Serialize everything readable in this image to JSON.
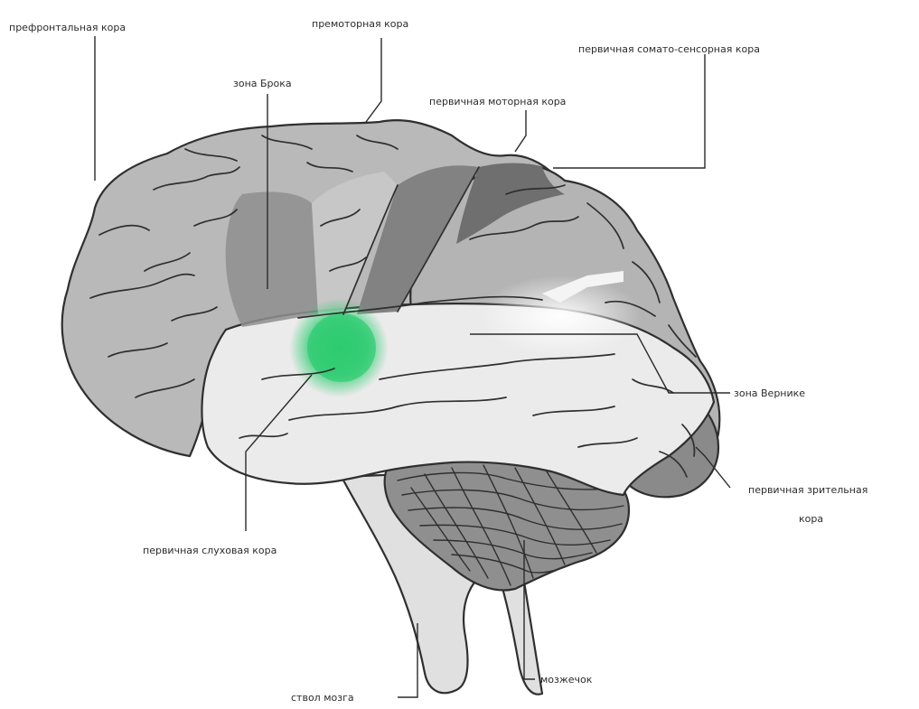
{
  "labels": {
    "prefrontal": "префронтальная кора",
    "premotor": "премоторная кора",
    "somatosensory": "первичная сомато-сенсорная кора",
    "broca": "зона Брока",
    "motor": "первичная моторная кора",
    "wernicke": "зона Вернике",
    "visual_line1": "первичная зрительная",
    "visual_line2": "кора",
    "auditory": "первичная слуховая кора",
    "cerebellum": "мозжечок",
    "brainstem": "ствол мозга"
  },
  "colors": {
    "frontal_lobe": "#b9b9b9",
    "temporal_lobe": "#ebebeb",
    "parietal_lobe": "#b4b4b4",
    "broca_area": "#8e8e8e",
    "motor_strip": "#828282",
    "somatosensory_patch": "#6f6f6f",
    "visual_cortex": "#8a8a8a",
    "auditory_highlight": "#2ecc71",
    "cerebellum": "#8f8f8f",
    "brainstem": "#e0e0e0",
    "outline": "#2f2f2f"
  }
}
